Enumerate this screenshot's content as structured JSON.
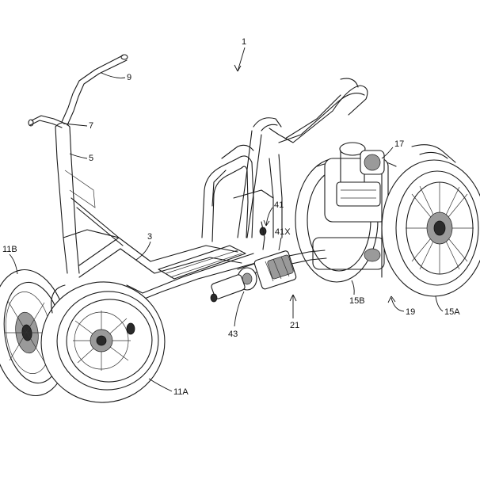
{
  "drawing": {
    "labels": {
      "overall": "1",
      "handlebar": "9",
      "stem": "7",
      "steering_column": "5",
      "frame": "3",
      "front_wheel_left": "11B",
      "front_wheel_right": "11A",
      "pedal_mount": "41",
      "pedal_axis": "41X",
      "crank_unit": "43",
      "drive_unit": "21",
      "motor": "17",
      "rear_wheel_inner": "15B",
      "rear_axle": "19",
      "rear_wheel_outer": "15A"
    }
  }
}
